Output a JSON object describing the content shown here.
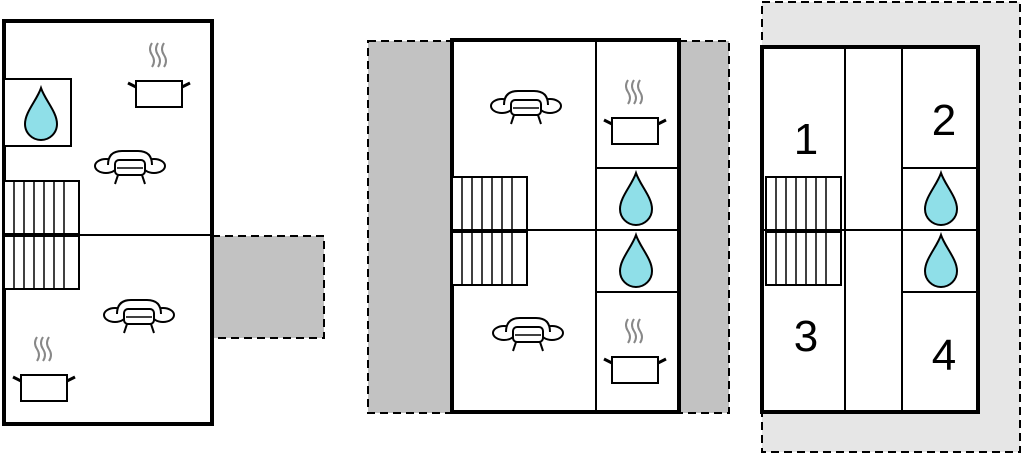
{
  "colors": {
    "wall": "#000000",
    "exterior": "#c2c2c2",
    "exterior_light": "#e6e6e6",
    "water": "#8fdfe8",
    "background": "#ffffff"
  },
  "icons": {
    "sofa": "sofa-icon",
    "pot": "cooking-pot-icon",
    "water": "water-drop-icon",
    "stairs": "stairs-icon"
  },
  "plan3": {
    "room_numbers": [
      "1",
      "2",
      "3",
      "4"
    ]
  }
}
